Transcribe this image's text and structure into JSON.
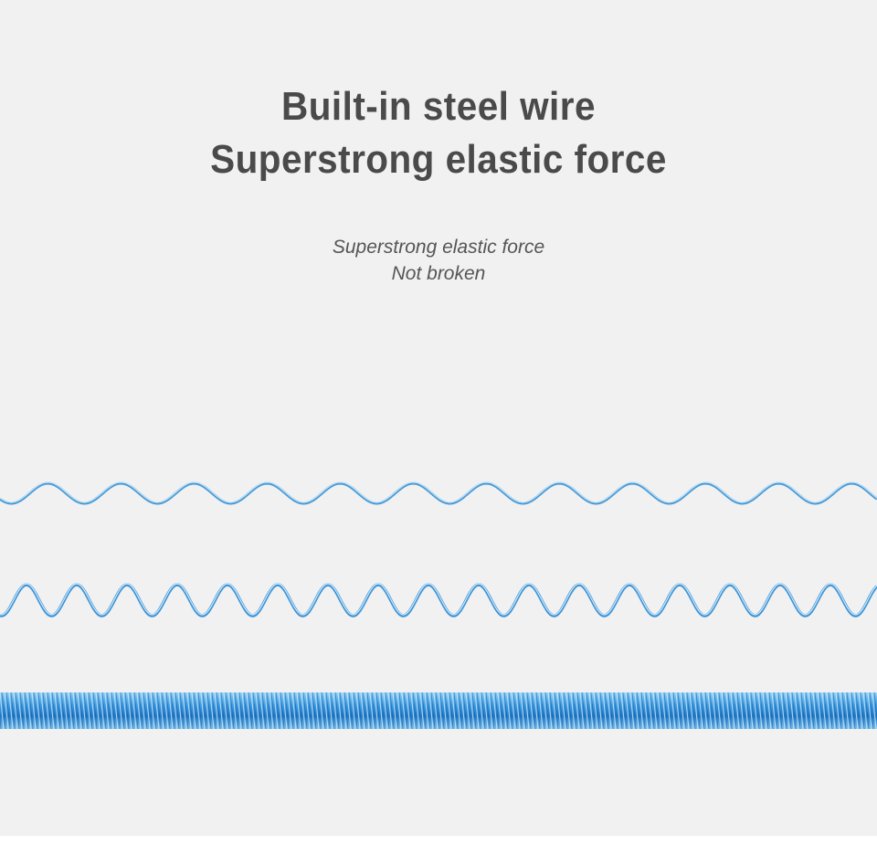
{
  "headline": {
    "line1": "Built-in steel wire",
    "line2": "Superstrong elastic force"
  },
  "subtitle": {
    "line1": "Superstrong elastic force",
    "line2": "Not broken"
  },
  "colors": {
    "background": "#f1f1f1",
    "headline": "#4a4a4a",
    "wire": "#4a9ad6",
    "wire_highlight": "#bfe3fb",
    "wire_dark": "#1f6fb5"
  },
  "illustration": {
    "wires": [
      "stretched-wire",
      "relaxed-wire",
      "compressed-coil"
    ]
  }
}
